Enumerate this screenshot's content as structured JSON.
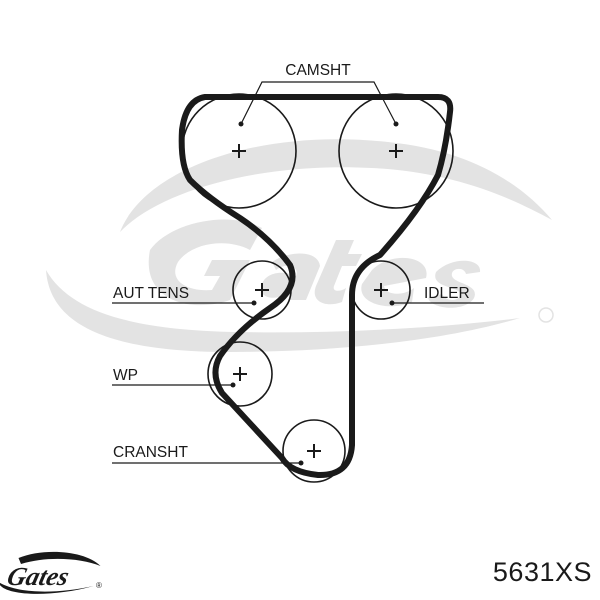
{
  "labels": {
    "camshaft": "CAMSHT",
    "auto_tensioner": "AUT TENS",
    "idler": "IDLER",
    "water_pump": "WP",
    "crankshaft": "CRANSHT"
  },
  "brand": {
    "name": "Gates",
    "registered_mark": "®"
  },
  "part_number": "5631XS",
  "colors": {
    "ink": "#1a1a1a",
    "watermark": "#e3e3e3",
    "background": "#ffffff"
  },
  "icons": [
    "gates-watermark-logo",
    "gates-logo"
  ]
}
